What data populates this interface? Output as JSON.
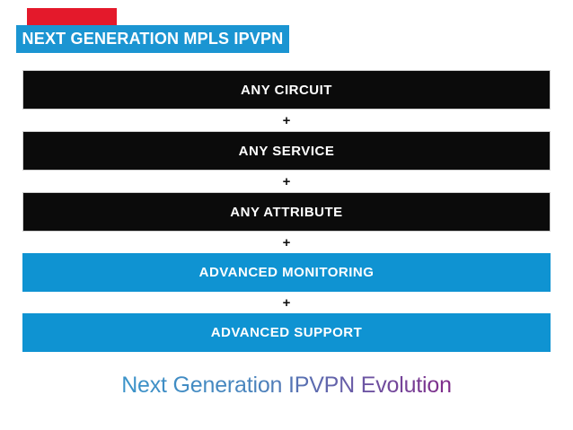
{
  "slide": {
    "background": "#ffffff"
  },
  "decor": {
    "red_strip_color": "#e4192b"
  },
  "header": {
    "label": "NEXT GENERATION MPLS IPVPN",
    "background": "#1b95d2",
    "text_color": "#ffffff"
  },
  "stack": {
    "plus": "+",
    "colors": {
      "black": "#0b0b0b",
      "blue": "#0f93d2"
    },
    "items": [
      {
        "label": "ANY CIRCUIT",
        "style": "black"
      },
      {
        "label": "ANY SERVICE",
        "style": "black"
      },
      {
        "label": "ANY ATTRIBUTE",
        "style": "black"
      },
      {
        "label": "ADVANCED MONITORING",
        "style": "blue"
      },
      {
        "label": "ADVANCED SUPPORT",
        "style": "blue"
      }
    ]
  },
  "footer": {
    "title": "Next Generation IPVPN Evolution",
    "gradient_start": "#3b93c9",
    "gradient_end": "#7f2c8a"
  }
}
